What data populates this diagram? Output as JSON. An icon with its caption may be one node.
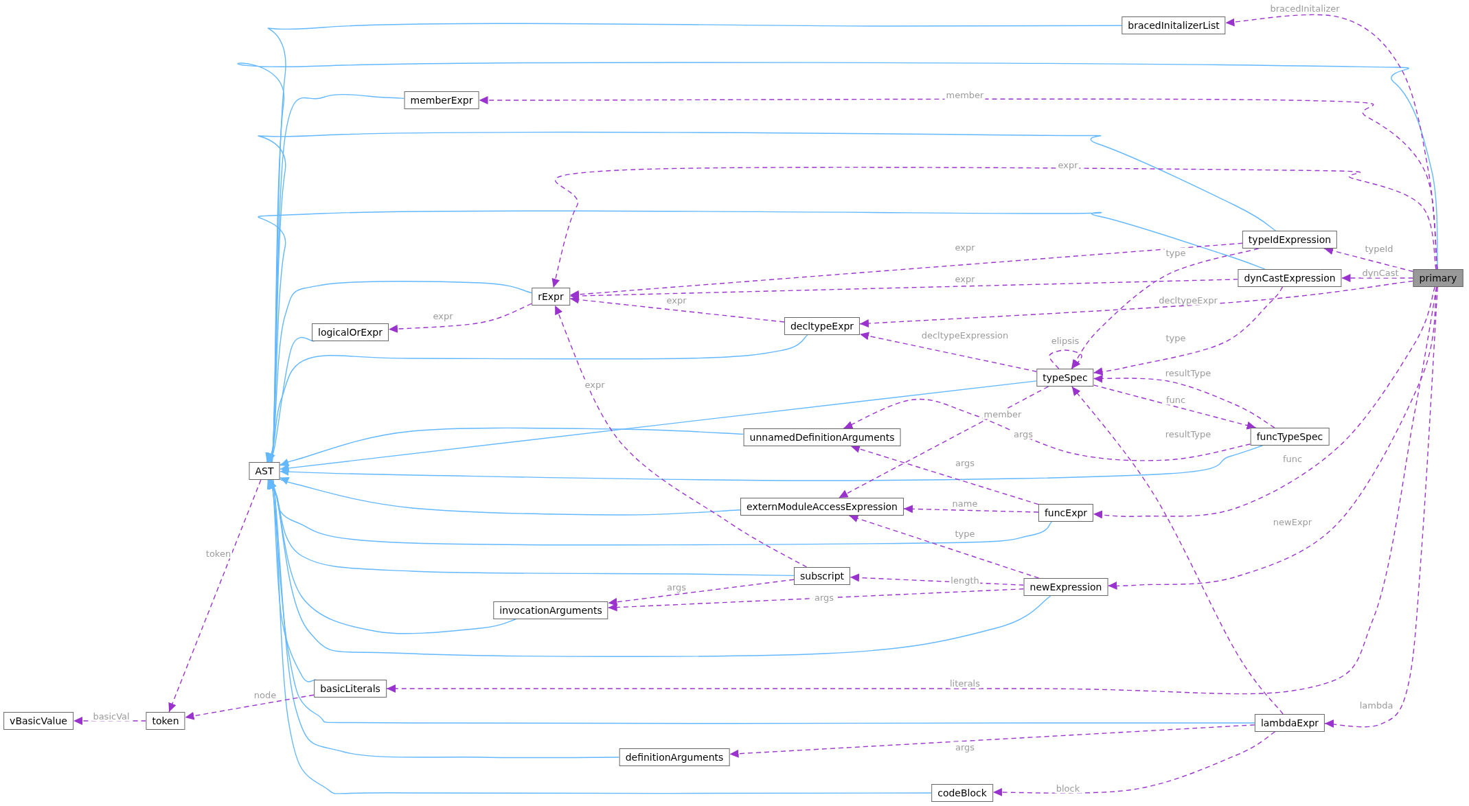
{
  "diagram": {
    "nodes": [
      {
        "text": [
          "bracedInitalizerList"
        ]
      },
      {
        "text": [
          "memberExpr"
        ]
      },
      {
        "text": [
          "typeIdExpression"
        ]
      },
      {
        "text": [
          "dynCastExpression"
        ]
      },
      {
        "text": [
          "primary"
        ]
      },
      {
        "text": [
          "rExpr"
        ]
      },
      {
        "text": [
          "logicalOrExpr"
        ]
      },
      {
        "text": [
          "decltypeExpr"
        ]
      },
      {
        "text": [
          "typeSpec"
        ]
      },
      {
        "text": [
          "funcTypeSpec"
        ]
      },
      {
        "text": [
          "unnamedDefinitionArguments"
        ]
      },
      {
        "text": [
          "AST"
        ]
      },
      {
        "text": [
          "externModuleAccessExpression"
        ]
      },
      {
        "text": [
          "funcExpr"
        ]
      },
      {
        "text": [
          "subscript"
        ]
      },
      {
        "text": [
          "newExpression"
        ]
      },
      {
        "text": [
          "invocationArguments"
        ]
      },
      {
        "text": [
          "basicLiterals"
        ]
      },
      {
        "text": [
          "vBasicValue"
        ]
      },
      {
        "text": [
          "token"
        ]
      },
      {
        "text": [
          "lambdaExpr"
        ]
      },
      {
        "text": [
          "definitionArguments"
        ]
      },
      {
        "text": [
          "codeBlock"
        ]
      }
    ],
    "edges": [
      {
        "from": 0,
        "to": 11,
        "arrow": "to",
        "color": "#63b8ff"
      },
      {
        "from": 4,
        "to": 11,
        "arrow": "to",
        "color": "#63b8ff"
      },
      {
        "from": 1,
        "to": 11,
        "arrow": "to",
        "color": "#63b8ff"
      },
      {
        "from": 2,
        "to": 11,
        "arrow": "to",
        "color": "#63b8ff"
      },
      {
        "from": 3,
        "to": 11,
        "arrow": "to",
        "color": "#63b8ff"
      },
      {
        "from": 5,
        "to": 11,
        "arrow": "to",
        "color": "#63b8ff"
      },
      {
        "from": 6,
        "to": 11,
        "arrow": "to",
        "color": "#63b8ff"
      },
      {
        "from": 7,
        "to": 11,
        "arrow": "to",
        "color": "#63b8ff"
      },
      {
        "from": 8,
        "to": 11,
        "arrow": "to",
        "color": "#63b8ff"
      },
      {
        "from": 10,
        "to": 11,
        "arrow": "to",
        "color": "#63b8ff"
      },
      {
        "from": 9,
        "to": 11,
        "arrow": "to",
        "color": "#63b8ff"
      },
      {
        "from": 12,
        "to": 11,
        "arrow": "to",
        "color": "#63b8ff"
      },
      {
        "from": 13,
        "to": 11,
        "arrow": "to",
        "color": "#63b8ff"
      },
      {
        "from": 14,
        "to": 11,
        "arrow": "to",
        "color": "#63b8ff"
      },
      {
        "from": 16,
        "to": 11,
        "arrow": "to",
        "color": "#63b8ff"
      },
      {
        "from": 15,
        "to": 11,
        "arrow": "to",
        "color": "#63b8ff"
      },
      {
        "from": 17,
        "to": 11,
        "arrow": "to",
        "color": "#63b8ff"
      },
      {
        "from": 20,
        "to": 11,
        "arrow": "to",
        "color": "#63b8ff"
      },
      {
        "from": 21,
        "to": 11,
        "arrow": "to",
        "color": "#63b8ff"
      },
      {
        "from": 22,
        "to": 11,
        "arrow": "to",
        "color": "#63b8ff"
      },
      {
        "from": 4,
        "to": 0,
        "arrow": "to",
        "label": "bracedInitalizer",
        "style": "dashed"
      },
      {
        "from": 4,
        "to": 1,
        "arrow": "to",
        "label": "member",
        "style": "dashed"
      },
      {
        "from": 4,
        "to": 5,
        "arrow": "to",
        "label": "expr",
        "style": "dashed"
      },
      {
        "from": 4,
        "to": 2,
        "arrow": "to",
        "label": "typeId",
        "style": "dashed"
      },
      {
        "from": 4,
        "to": 3,
        "arrow": "to",
        "label": "dynCast",
        "style": "dashed"
      },
      {
        "from": 4,
        "to": 7,
        "arrow": "to",
        "label": "decltypeExpr",
        "style": "dashed"
      },
      {
        "from": 4,
        "to": 13,
        "arrow": "to",
        "label": "func",
        "style": "dashed"
      },
      {
        "from": 4,
        "to": 15,
        "arrow": "to",
        "label": "newExpr",
        "style": "dashed"
      },
      {
        "from": 4,
        "to": 17,
        "arrow": "to",
        "label": "literals",
        "style": "dashed"
      },
      {
        "from": 4,
        "to": 20,
        "arrow": "to",
        "label": "lambda",
        "style": "dashed"
      },
      {
        "from": 2,
        "to": 5,
        "arrow": "to",
        "label": "expr",
        "style": "dashed"
      },
      {
        "from": 2,
        "to": 8,
        "arrow": "to",
        "label": "type",
        "style": "dashed"
      },
      {
        "from": 3,
        "to": 5,
        "arrow": "to",
        "label": "expr",
        "style": "dashed"
      },
      {
        "from": 3,
        "to": 8,
        "arrow": "to",
        "label": "type",
        "style": "dashed"
      },
      {
        "from": 5,
        "to": 6,
        "arrow": "to",
        "label": "expr",
        "style": "dashed"
      },
      {
        "from": 7,
        "to": 5,
        "arrow": "to",
        "label": "expr",
        "style": "dashed"
      },
      {
        "from": 8,
        "to": 7,
        "arrow": "to",
        "label": "decltypeExpression",
        "style": "dashed"
      },
      {
        "from": 8,
        "to": 8,
        "arrow": "to",
        "label": "elipsis",
        "style": "dashed"
      },
      {
        "from": 8,
        "to": 12,
        "arrow": "to",
        "label": "member",
        "style": "dashed"
      },
      {
        "from": 8,
        "to": 9,
        "arrow": "to",
        "label": "func",
        "style": "dashed"
      },
      {
        "from": 9,
        "to": 8,
        "arrow": "to",
        "label": "resultType",
        "style": "dashed"
      },
      {
        "from": 9,
        "to": 10,
        "arrow": "to",
        "label": "args",
        "style": "dashed"
      },
      {
        "from": 20,
        "to": 8,
        "arrow": "to",
        "label": "resultType",
        "style": "dashed"
      },
      {
        "from": 14,
        "to": 5,
        "arrow": "to",
        "label": "expr",
        "style": "dashed"
      },
      {
        "from": 14,
        "to": 16,
        "arrow": "to",
        "label": "args",
        "style": "dashed"
      },
      {
        "from": 13,
        "to": 10,
        "arrow": "to",
        "label": "args",
        "style": "dashed"
      },
      {
        "from": 13,
        "to": 12,
        "arrow": "to",
        "label": "name",
        "style": "dashed"
      },
      {
        "from": 15,
        "to": 12,
        "arrow": "to",
        "label": "type",
        "style": "dashed"
      },
      {
        "from": 15,
        "to": 14,
        "arrow": "to",
        "label": "length",
        "style": "dashed"
      },
      {
        "from": 15,
        "to": 16,
        "arrow": "to",
        "label": "args",
        "style": "dashed"
      },
      {
        "from": 11,
        "to": 19,
        "arrow": "to",
        "label": "token",
        "style": "dashed"
      },
      {
        "from": 17,
        "to": 19,
        "arrow": "to",
        "label": "node",
        "style": "dashed"
      },
      {
        "from": 19,
        "to": 18,
        "arrow": "to",
        "label": "basicVal",
        "style": "dashed"
      },
      {
        "from": 20,
        "to": 21,
        "arrow": "to",
        "label": "args",
        "style": "dashed"
      },
      {
        "from": 20,
        "to": 22,
        "arrow": "to",
        "label": "block",
        "style": "dashed"
      }
    ]
  }
}
